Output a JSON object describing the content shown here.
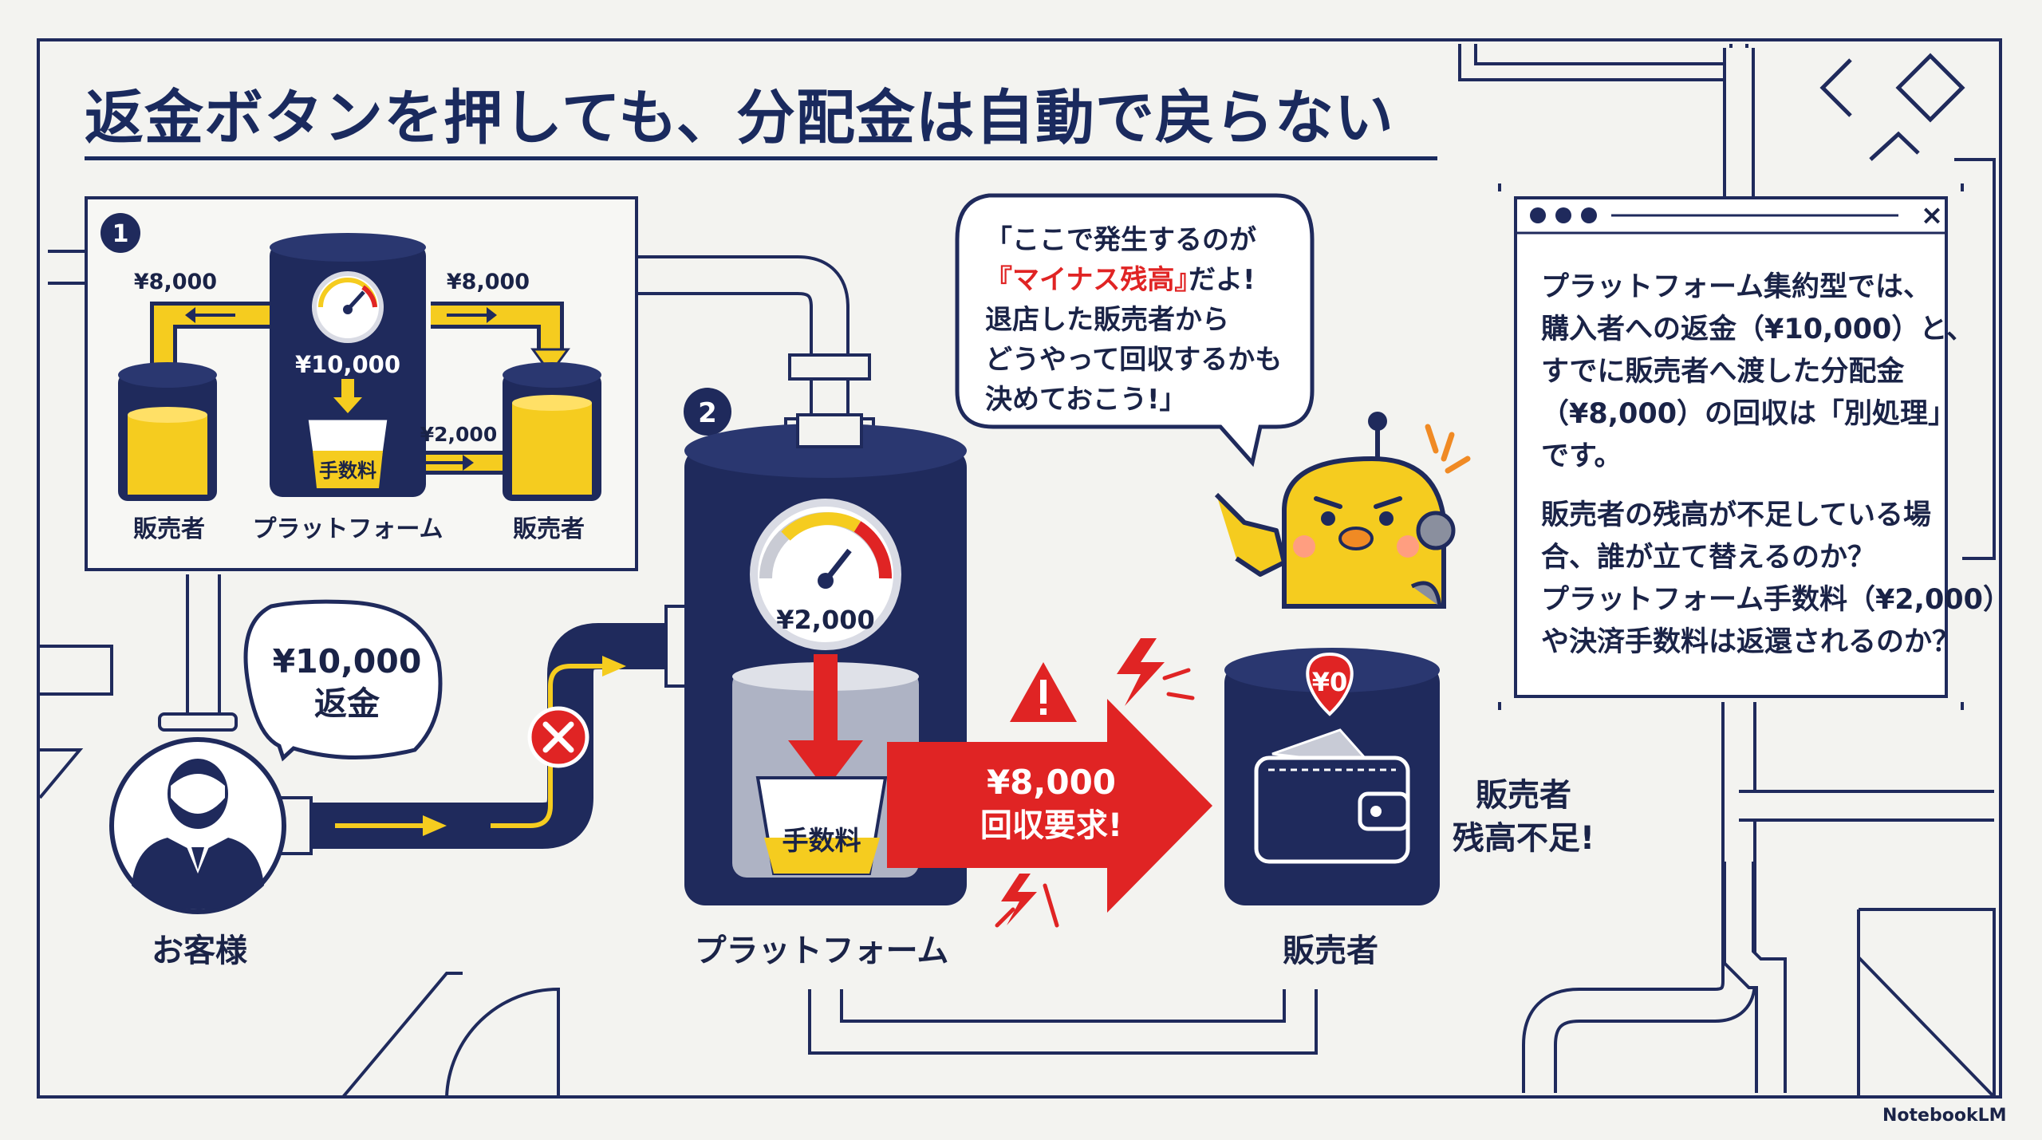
{
  "title": "返金ボタンを押しても、分配金は自動で戻らない",
  "colors": {
    "navy": "#1f2a5c",
    "yellow": "#f5cc1f",
    "red": "#e02424",
    "paper": "#f3f3f0"
  },
  "step1": {
    "badge": "1",
    "left_amount": "¥8,000",
    "right_amount": "¥8,000",
    "tank_amount": "¥10,000",
    "fee_amount": "¥2,000",
    "fee_label": "手数料",
    "label_left": "販売者",
    "label_center": "プラットフォーム",
    "label_right": "販売者"
  },
  "step2": {
    "badge": "2",
    "customer_bubble": [
      "¥10,000",
      "返金"
    ],
    "customer_label": "お客様",
    "gauge_amount": "¥2,000",
    "fee_label": "手数料",
    "platform_label": "プラットフォーム",
    "arrow_text": [
      "¥8,000",
      "回収要求!"
    ],
    "wallet_amount": "¥0",
    "seller_label": "販売者",
    "shortfall": [
      "販売者",
      "残高不足!"
    ]
  },
  "speech": {
    "line1": "「ここで発生するのが",
    "line2": "『マイナス残高』",
    "line2_tail": "だよ!",
    "line3": "退店した販売者から",
    "line4": "どうやって回収するかも",
    "line5": "決めておこう!」"
  },
  "info": {
    "lines": [
      "プラットフォーム集約型では、",
      "購入者への返金（¥10,000）と、",
      "すでに販売者へ渡した分配金",
      "（¥8,000）の回収は「別処理」",
      "です。",
      "販売者の残高が不足している場",
      "合、誰が立て替えるのか？",
      "プラットフォーム手数料（¥2,000）",
      "や決済手数料は返還されるのか？"
    ],
    "close": "×"
  },
  "icons": [
    "caution-icon",
    "lightning-icon",
    "x-mark-icon",
    "gauge-icon",
    "wallet-icon",
    "robot-mascot-icon",
    "user-avatar-icon"
  ],
  "watermark": "NotebookLM"
}
